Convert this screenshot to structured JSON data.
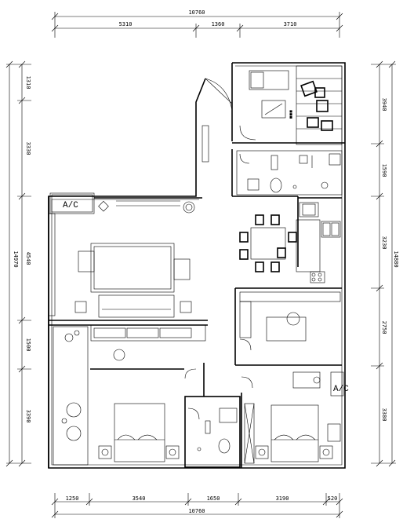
{
  "dimensions": {
    "overall_width": "10760",
    "top": [
      "5310",
      "1360",
      "3710"
    ],
    "bottom": [
      "1250",
      "3540",
      "1650",
      "3190",
      "520"
    ],
    "left_total": "14970",
    "left": [
      "1310",
      "3330",
      "4540",
      "1500",
      "3390"
    ],
    "right_total": "14880",
    "right": [
      "3940",
      "1590",
      "3230",
      "2750",
      "3380"
    ]
  },
  "labels": {
    "ac_1": "A/C",
    "ac_2": "A/C"
  },
  "colors": {
    "line": "#000000",
    "background": "#ffffff"
  }
}
